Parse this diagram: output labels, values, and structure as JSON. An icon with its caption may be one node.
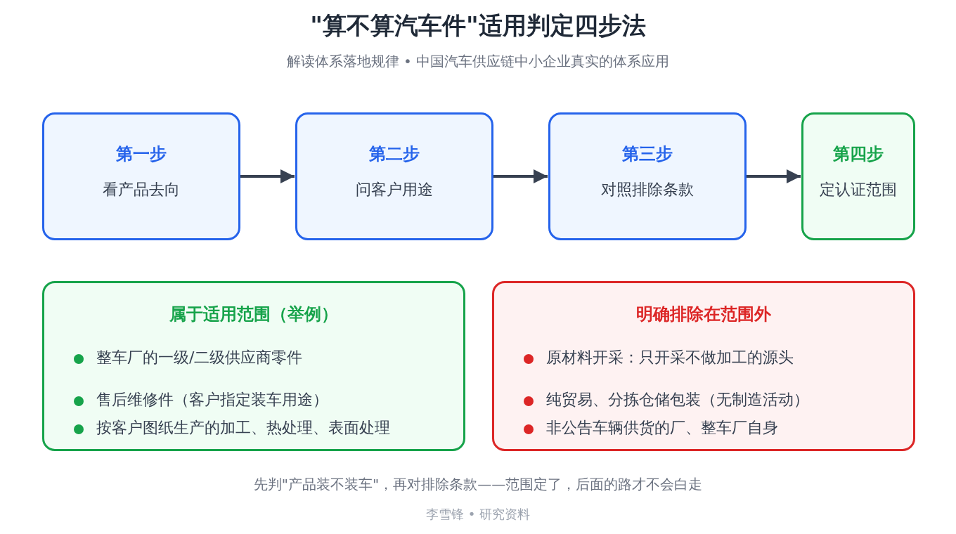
{
  "diagram": {
    "title": "\"算不算汽车件\"适用判定四步法",
    "nodes": [
      {
        "text": [
          "第一步",
          "看产品去向"
        ]
      },
      {
        "text": [
          "第二步",
          "问客户用途"
        ]
      },
      {
        "text": [
          "第三步",
          "对照排除条款"
        ]
      },
      {
        "text": [
          "第四步",
          "定认证范围"
        ]
      },
      {
        "text": [
          "属于适用范围（举例）",
          "整车厂的一级/二级供应商零件",
          "售后维修件（客户指定装车用途）",
          "按客户图纸生产的加工、热处理、表面处理"
        ]
      },
      {
        "text": [
          "明确排除在范围外",
          "原材料开采：只开采不做加工的源头",
          "纯贸易、分拣仓储包装（无制造活动）",
          "非公告车辆供货的厂、整车厂自身"
        ]
      }
    ],
    "edges": [
      {
        "from": 0,
        "to": 1,
        "arrow": "to"
      },
      {
        "from": 1,
        "to": 2,
        "arrow": "to"
      },
      {
        "from": 2,
        "to": 3,
        "arrow": "to"
      }
    ],
    "labels": [
      "解读体系落地规律 • 中国汽车供应链中小企业真实的体系应用",
      "先判\"产品装不装车\"，再对排除条款——范围定了，后面的路才不会白走",
      "李雪锋 • 研究资料"
    ]
  }
}
